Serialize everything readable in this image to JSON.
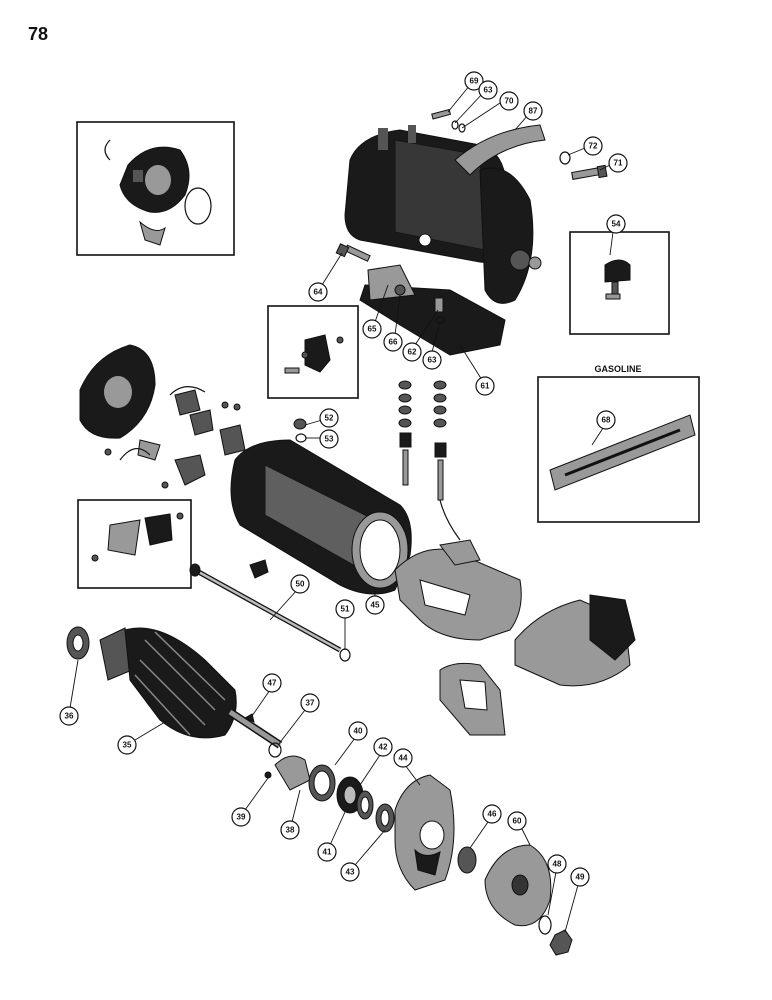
{
  "page": {
    "number": "78"
  },
  "insets": {
    "gasoline_label": "GASOLINE"
  },
  "callouts": [
    {
      "id": "c69",
      "label": "69"
    },
    {
      "id": "c63a",
      "label": "63"
    },
    {
      "id": "c70",
      "label": "70"
    },
    {
      "id": "c87",
      "label": "87"
    },
    {
      "id": "c72",
      "label": "72"
    },
    {
      "id": "c71",
      "label": "71"
    },
    {
      "id": "c54",
      "label": "54"
    },
    {
      "id": "c64",
      "label": "64"
    },
    {
      "id": "c65",
      "label": "65"
    },
    {
      "id": "c66",
      "label": "66"
    },
    {
      "id": "c62",
      "label": "62"
    },
    {
      "id": "c63b",
      "label": "63"
    },
    {
      "id": "c61",
      "label": "61"
    },
    {
      "id": "c52",
      "label": "52"
    },
    {
      "id": "c53",
      "label": "53"
    },
    {
      "id": "c68",
      "label": "68"
    },
    {
      "id": "c50",
      "label": "50"
    },
    {
      "id": "c45",
      "label": "45"
    },
    {
      "id": "c51",
      "label": "51"
    },
    {
      "id": "c36",
      "label": "36"
    },
    {
      "id": "c47",
      "label": "47"
    },
    {
      "id": "c37",
      "label": "37"
    },
    {
      "id": "c35",
      "label": "35"
    },
    {
      "id": "c40",
      "label": "40"
    },
    {
      "id": "c42",
      "label": "42"
    },
    {
      "id": "c44",
      "label": "44"
    },
    {
      "id": "c39",
      "label": "39"
    },
    {
      "id": "c38",
      "label": "38"
    },
    {
      "id": "c41",
      "label": "41"
    },
    {
      "id": "c43",
      "label": "43"
    },
    {
      "id": "c46",
      "label": "46"
    },
    {
      "id": "c60",
      "label": "60"
    },
    {
      "id": "c48",
      "label": "48"
    },
    {
      "id": "c49",
      "label": "49"
    }
  ]
}
